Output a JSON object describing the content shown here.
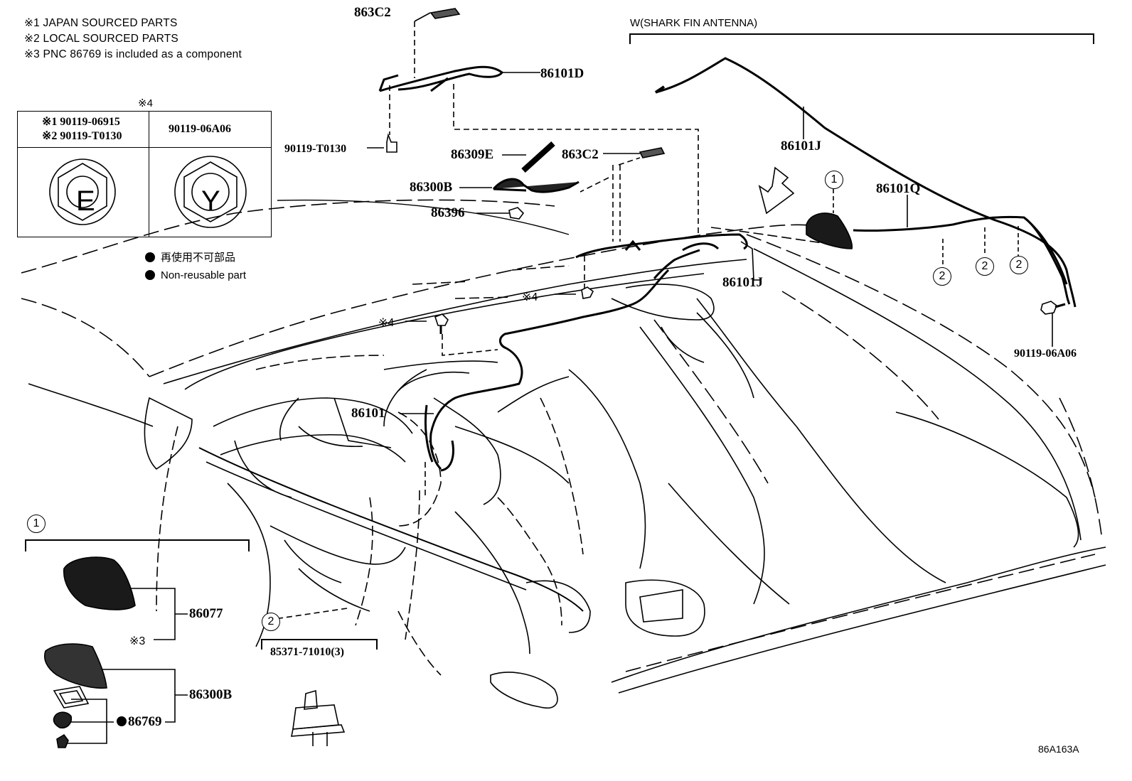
{
  "notes": [
    "※1 JAPAN SOURCED PARTS",
    "※2 LOCAL SOURCED PARTS",
    "※3 PNC 86769 is included as a component"
  ],
  "fastener_table": {
    "header_mark": "※4",
    "col1_line1": "※1 90119-06915",
    "col1_line2": "※2 90119-T0130",
    "col2": "90119-06A06",
    "col1_letter": "E",
    "col2_letter": "Y"
  },
  "legend": {
    "jp": "再使用不可部品",
    "en": "Non-reusable part"
  },
  "shark_fin_label": "W(SHARK FIN ANTENNA)",
  "parts": {
    "p863C2_top": "863C2",
    "p86101D": "86101D",
    "p90119T0130": "90119-T0130",
    "p86309E": "86309E",
    "p863C2_mid": "863C2",
    "p86300B_top": "86300B",
    "p86396": "86396",
    "p86101J_top": "86101J",
    "p86101Q": "86101Q",
    "p86101J_mid": "86101J",
    "p90119_06A06": "90119-06A06",
    "p4_a": "※4",
    "p4_b": "※4",
    "p86101": "86101",
    "p86077": "86077",
    "p3": "※3",
    "p86300B_bottom": "86300B",
    "p86769": "86769",
    "p85371": "85371-71010(3)"
  },
  "circles": {
    "c1_top": "1",
    "c2_a": "2",
    "c2_b": "2",
    "c2_c": "2",
    "c1_bottom": "1",
    "c2_bottom": "2"
  },
  "figure_code": "86A163A"
}
